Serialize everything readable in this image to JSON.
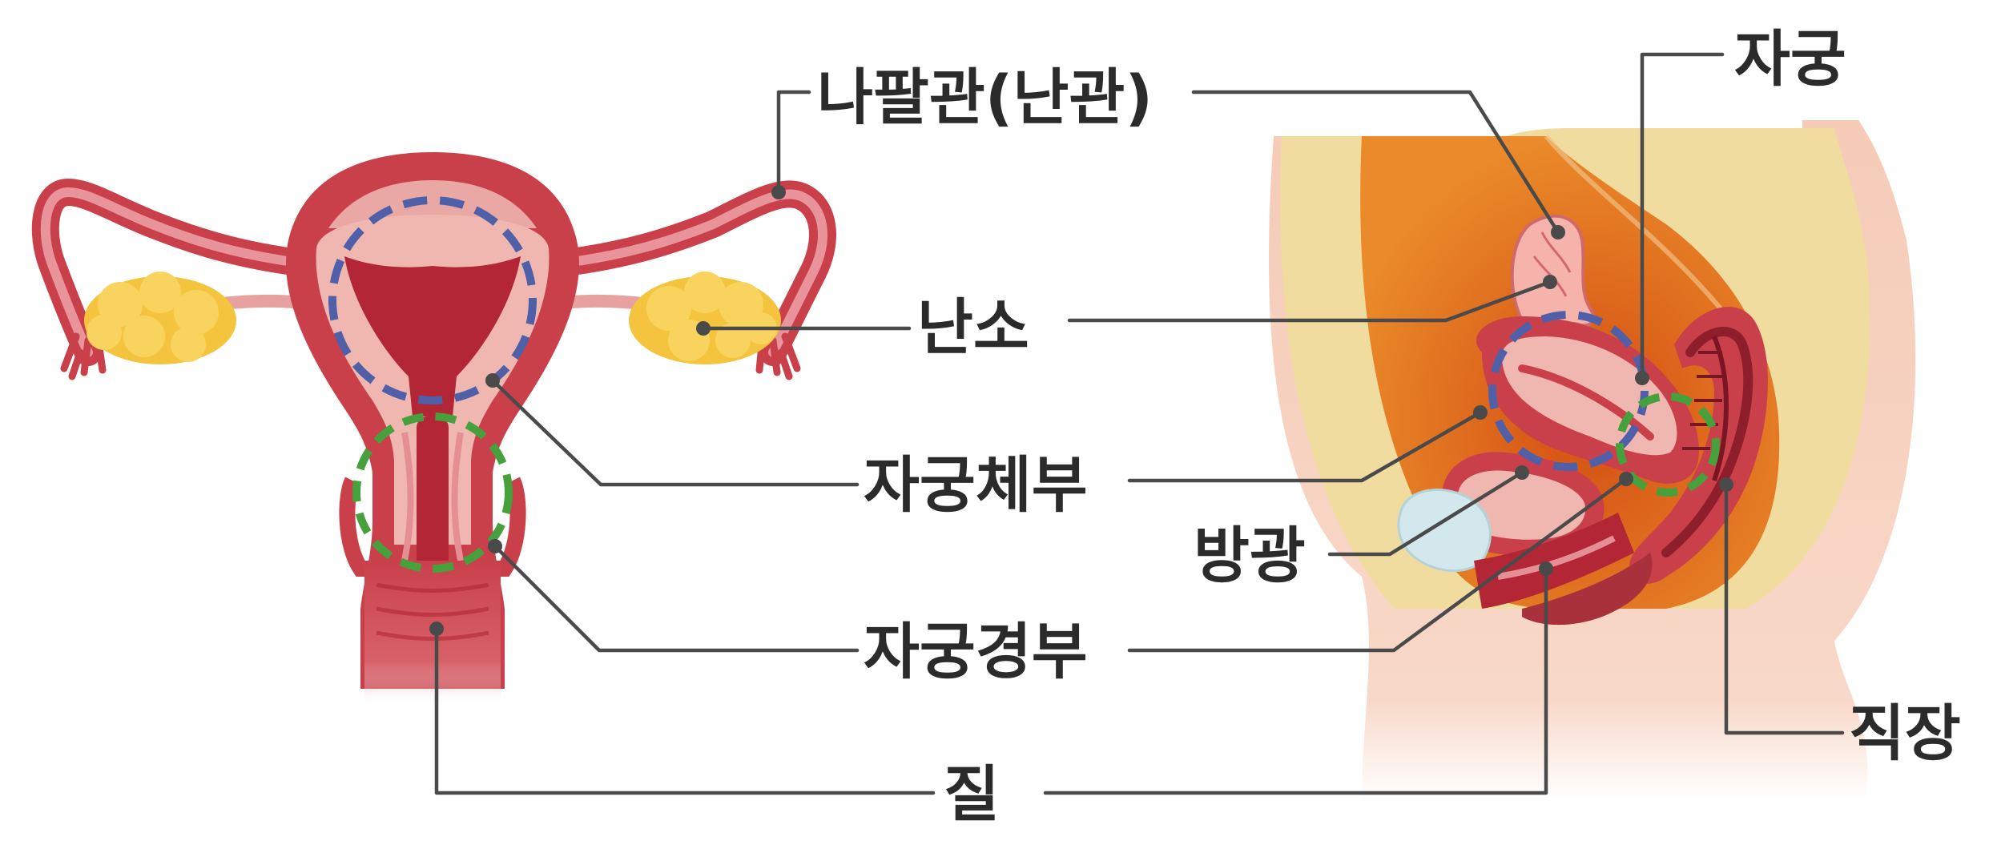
{
  "labels": {
    "fallopian_tube": "나팔관(난관)",
    "ovary": "난소",
    "uterine_body": "자궁체부",
    "bladder": "방광",
    "cervix": "자궁경부",
    "vagina": "질",
    "uterus": "자궁",
    "rectum": "직장"
  },
  "colors": {
    "leader_line": "#4a4a4a",
    "uterine_body_marker": "#5060a8",
    "cervix_marker": "#46a03c",
    "tissue_outer": "#c9404b",
    "tissue_inner": "#f0b7b0",
    "ovary": "#f5c43e",
    "pelvic_fat": "#f1dca0",
    "pelvic_cavity": "#e06a1e",
    "skin": "#f6cbb8",
    "bladder": "#d3e8ec"
  }
}
